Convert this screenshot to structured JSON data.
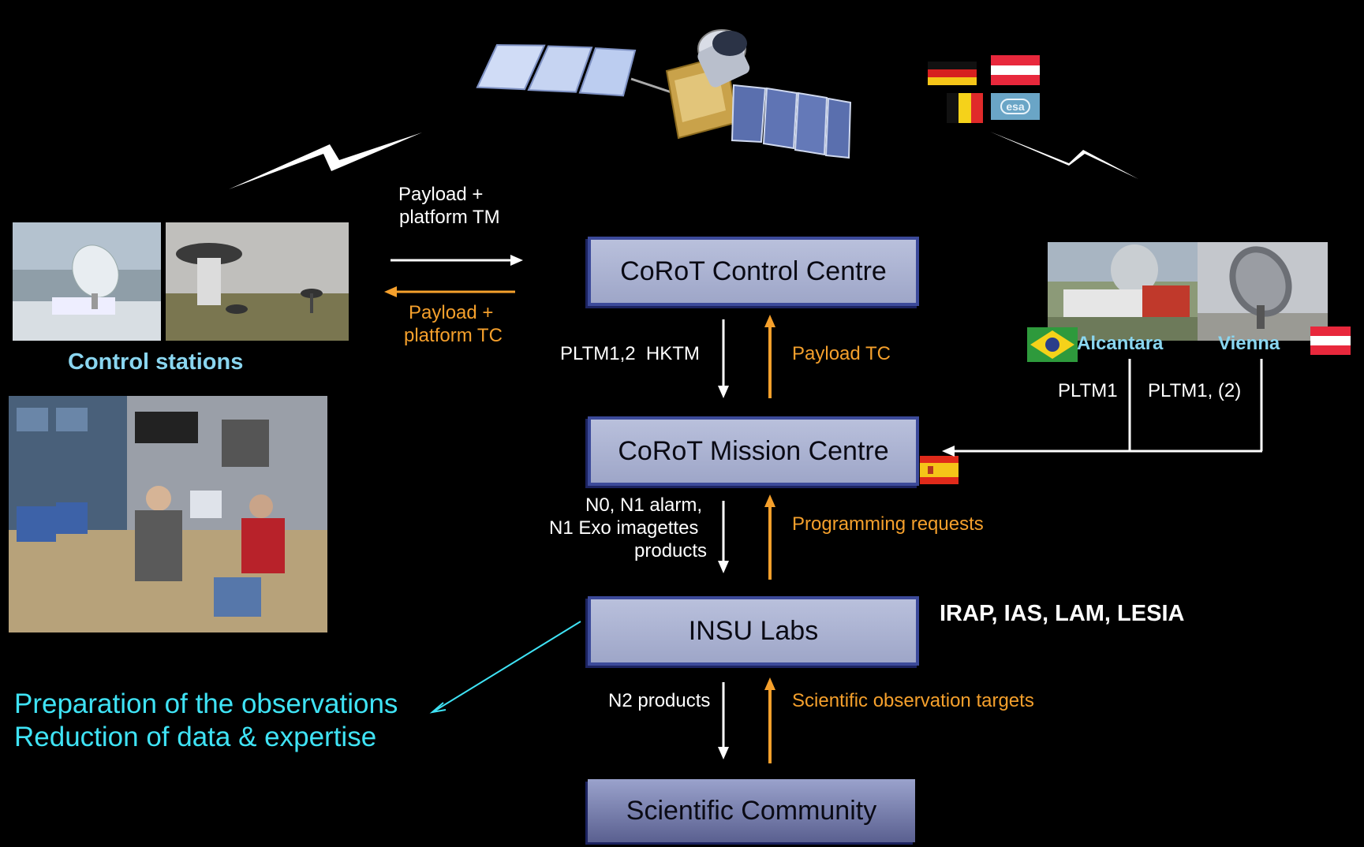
{
  "boxes": {
    "control_centre": "CoRoT Control Centre",
    "mission_centre": "CoRoT Mission Centre",
    "insu_labs": "INSU Labs",
    "community": "Scientific Community"
  },
  "flows": {
    "tm_down": "Payload +\nplatform TM",
    "tc_up": "Payload +\nplatform TC",
    "pltm_hktm": "PLTM1,2  HKTM",
    "payload_tc": "Payload TC",
    "n0_products": "N0, N1 alarm,\nN1 Exo imagettes\nproducts",
    "programming_requests": "Programming requests",
    "n2_products": "N2 products",
    "science_targets": "Scientific observation targets",
    "pltm1": "PLTM1",
    "pltm1_2": "PLTM1, (2)"
  },
  "labels": {
    "control_stations": "Control stations",
    "alcantara": "Alcantara",
    "vienna": "Vienna",
    "insu_members": "IRAP, IAS, LAM, LESIA",
    "cyan_note_1": "Preparation of the observations",
    "cyan_note_2": "Reduction of data & expertise"
  },
  "colors": {
    "white_flow": "#ffffff",
    "orange_flow": "#f5a02c",
    "cyan_note": "#3fe3f5",
    "box_fill": "#aab1d2",
    "box_border": "#3c4a9a",
    "station_label": "#8ad6f0"
  },
  "images": {
    "satellite": "satellite-image",
    "ground_station_1": "ground-station-photo",
    "ground_station_2": "antenna-field-photo",
    "control_room": "control-room-photo",
    "alcantara_station": "alcantara-station-photo",
    "vienna_station": "vienna-dish-photo"
  },
  "flags": [
    "germany-flag",
    "austria-flag",
    "belgium-flag",
    "esa-flag",
    "spain-flag",
    "brazil-flag",
    "austria-flag"
  ]
}
